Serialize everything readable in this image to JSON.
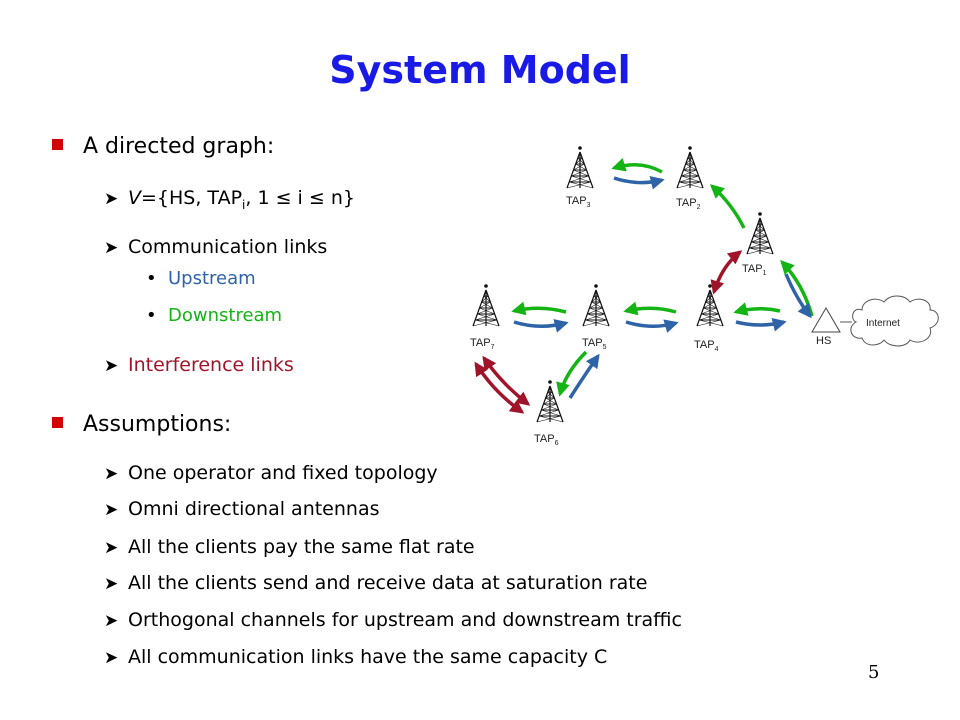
{
  "title": "System Model",
  "graph_heading": "A directed graph:",
  "vertex_set": {
    "prefix": "V",
    "rest_1": "={HS, TAP",
    "sub": "i",
    "rest_2": ", 1 ≤ i ≤ n}"
  },
  "comm_links": "Communication links",
  "upstream": "Upstream",
  "downstream": "Downstream",
  "interference": "Interference links",
  "assumptions_heading": "Assumptions:",
  "assumptions": [
    "One operator and fixed topology",
    "Omni directional antennas",
    "All the clients pay the same flat rate",
    "All the clients send and receive data at saturation rate",
    "Orthogonal channels for upstream and downstream traffic",
    "All communication links have the same capacity C"
  ],
  "page_number": "5",
  "colors": {
    "title": "#1a1ae6",
    "upstream": "#2e63a8",
    "downstream": "#14b414",
    "interference": "#a0142a",
    "bullet": "#d40000"
  },
  "diagram": {
    "nodes": [
      {
        "id": "TAP3",
        "base": "TAP",
        "sub": "3"
      },
      {
        "id": "TAP2",
        "base": "TAP",
        "sub": "2"
      },
      {
        "id": "TAP1",
        "base": "TAP",
        "sub": "1"
      },
      {
        "id": "TAP7",
        "base": "TAP",
        "sub": "7"
      },
      {
        "id": "TAP5",
        "base": "TAP",
        "sub": "5"
      },
      {
        "id": "TAP4",
        "base": "TAP",
        "sub": "4"
      },
      {
        "id": "TAP6",
        "base": "TAP",
        "sub": "6"
      }
    ],
    "hs_label": "HS",
    "internet_label": "Internet"
  }
}
